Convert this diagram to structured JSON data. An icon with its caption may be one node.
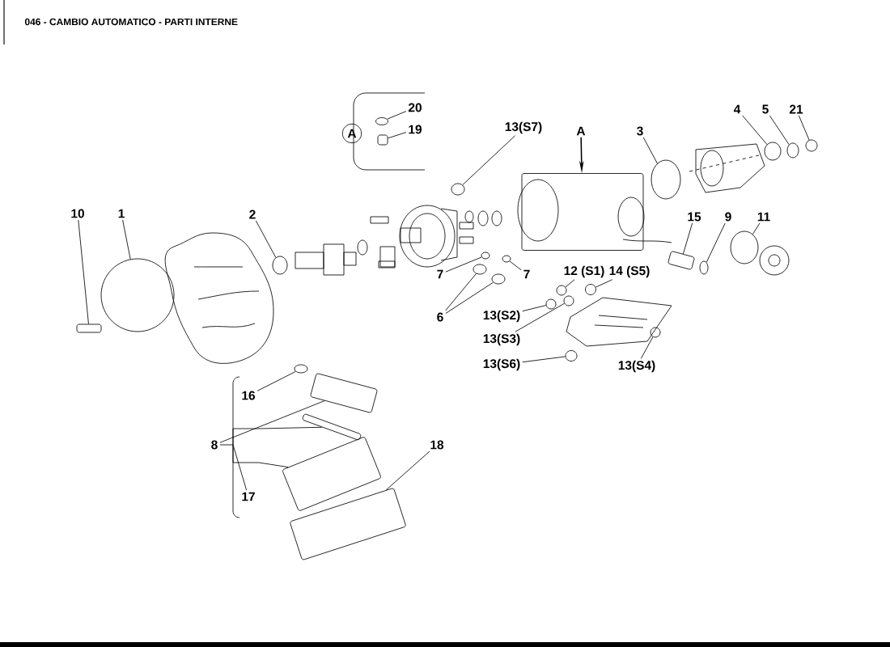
{
  "diagram": {
    "title": "046 - CAMBIO AUTOMATICO - PARTI INTERNE",
    "nodes": [
      {
        "text": [
          "A"
        ]
      },
      {
        "text": [
          "20"
        ]
      },
      {
        "text": [],
        "shape": "circle"
      },
      {
        "text": [
          "19"
        ]
      },
      {
        "text": [],
        "shape": "box"
      },
      {
        "text": [
          "13(S7)"
        ]
      },
      {
        "text": [],
        "shape": "circle"
      },
      {
        "text": [
          "A"
        ]
      },
      {
        "text": [],
        "shape": "box"
      },
      {
        "text": [
          "3"
        ]
      },
      {
        "text": [],
        "shape": "circle"
      },
      {
        "text": [
          "4"
        ]
      },
      {
        "text": [],
        "shape": "circle"
      },
      {
        "text": [
          "5"
        ]
      },
      {
        "text": [],
        "shape": "circle"
      },
      {
        "text": [
          "21"
        ]
      },
      {
        "text": [],
        "shape": "circle"
      },
      {
        "text": [
          "10"
        ]
      },
      {
        "text": [],
        "shape": "box"
      },
      {
        "text": [
          "1"
        ]
      },
      {
        "text": [],
        "shape": "circle"
      },
      {
        "text": [
          "2"
        ]
      },
      {
        "text": [],
        "shape": "circle"
      },
      {
        "text": [
          "15"
        ]
      },
      {
        "text": [],
        "shape": "box"
      },
      {
        "text": [
          "9"
        ]
      },
      {
        "text": [],
        "shape": "circle"
      },
      {
        "text": [
          "11"
        ]
      },
      {
        "text": [],
        "shape": "circle"
      },
      {
        "text": [
          "7"
        ]
      },
      {
        "text": [
          "7"
        ]
      },
      {
        "text": [],
        "shape": "circle"
      },
      {
        "text": [],
        "shape": "circle"
      },
      {
        "text": [
          "6"
        ]
      },
      {
        "text": [],
        "shape": "circle"
      },
      {
        "text": [],
        "shape": "circle"
      },
      {
        "text": [
          "12 (S1)"
        ]
      },
      {
        "text": [],
        "shape": "circle"
      },
      {
        "text": [
          "14 (S5)"
        ]
      },
      {
        "text": [],
        "shape": "circle"
      },
      {
        "text": [
          "13(S2)"
        ]
      },
      {
        "text": [],
        "shape": "circle"
      },
      {
        "text": [
          "13(S3)"
        ]
      },
      {
        "text": [],
        "shape": "circle"
      },
      {
        "text": [
          "13(S6)"
        ]
      },
      {
        "text": [],
        "shape": "circle"
      },
      {
        "text": [
          "13(S4)"
        ]
      },
      {
        "text": [],
        "shape": "circle"
      },
      {
        "text": [
          "16"
        ]
      },
      {
        "text": [],
        "shape": "circle"
      },
      {
        "text": [
          "8"
        ]
      },
      {
        "text": [],
        "shape": "box"
      },
      {
        "text": [],
        "shape": "box"
      },
      {
        "text": [
          "17"
        ]
      },
      {
        "text": [],
        "shape": "box"
      },
      {
        "text": [
          "18"
        ]
      },
      {
        "text": [],
        "shape": "box"
      }
    ],
    "edges": [
      {
        "from": 1,
        "to": 2,
        "arrow": "none"
      },
      {
        "from": 3,
        "to": 4,
        "arrow": "none"
      },
      {
        "from": 5,
        "to": 6,
        "arrow": "none"
      },
      {
        "from": 7,
        "to": 8,
        "arrow": "to"
      },
      {
        "from": 9,
        "to": 10,
        "arrow": "none"
      },
      {
        "from": 11,
        "to": 12,
        "arrow": "none"
      },
      {
        "from": 13,
        "to": 14,
        "arrow": "none"
      },
      {
        "from": 15,
        "to": 16,
        "arrow": "none"
      },
      {
        "from": 17,
        "to": 18,
        "arrow": "none"
      },
      {
        "from": 19,
        "to": 20,
        "arrow": "none"
      },
      {
        "from": 21,
        "to": 22,
        "arrow": "none"
      },
      {
        "from": 23,
        "to": 24,
        "arrow": "none"
      },
      {
        "from": 25,
        "to": 26,
        "arrow": "none"
      },
      {
        "from": 27,
        "to": 28,
        "arrow": "none"
      },
      {
        "from": 29,
        "to": 31,
        "arrow": "none"
      },
      {
        "from": 30,
        "to": 32,
        "arrow": "none"
      },
      {
        "from": 33,
        "to": 34,
        "arrow": "none"
      },
      {
        "from": 33,
        "to": 35,
        "arrow": "none"
      },
      {
        "from": 36,
        "to": 37,
        "arrow": "none"
      },
      {
        "from": 38,
        "to": 39,
        "arrow": "none"
      },
      {
        "from": 40,
        "to": 41,
        "arrow": "none"
      },
      {
        "from": 42,
        "to": 43,
        "arrow": "none"
      },
      {
        "from": 44,
        "to": 45,
        "arrow": "none"
      },
      {
        "from": 46,
        "to": 47,
        "arrow": "none"
      },
      {
        "from": 48,
        "to": 49,
        "arrow": "none"
      },
      {
        "from": 50,
        "to": 51,
        "arrow": "none"
      },
      {
        "from": 50,
        "to": 52,
        "arrow": "none"
      },
      {
        "from": 53,
        "to": 54,
        "arrow": "none"
      },
      {
        "from": 55,
        "to": 56,
        "arrow": "none"
      }
    ]
  }
}
